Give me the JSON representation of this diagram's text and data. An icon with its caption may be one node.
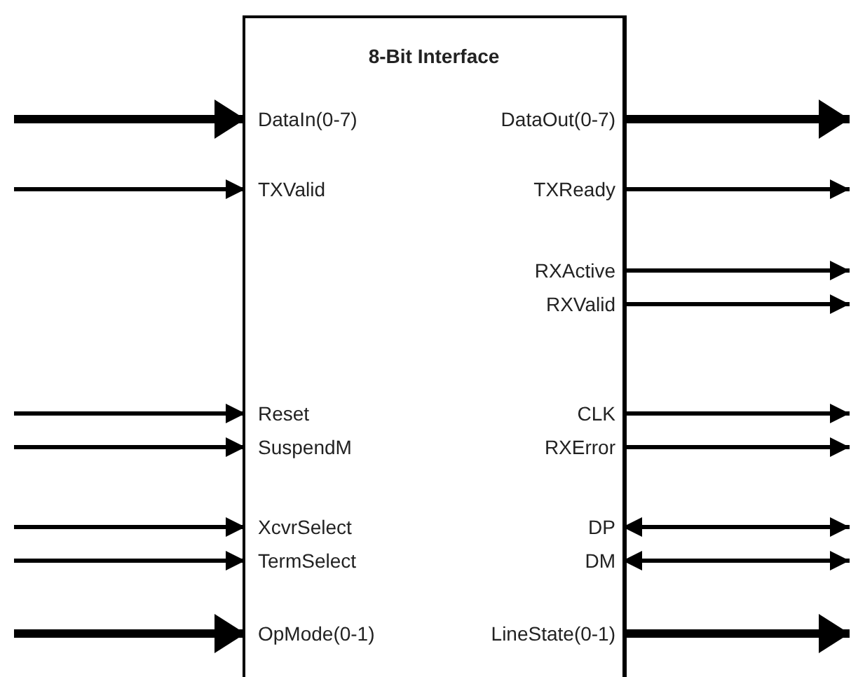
{
  "diagram": {
    "nodes": [
      {
        "text": [
          "8-Bit Interface"
        ]
      },
      {
        "text": [
          "DataIn(0-7)"
        ],
        "in": 0
      },
      {
        "text": [
          "DataOut(0-7)"
        ],
        "in": 0
      },
      {
        "text": [
          "TXValid"
        ],
        "in": 0
      },
      {
        "text": [
          "TXReady"
        ],
        "in": 0
      },
      {
        "text": [
          "RXActive"
        ],
        "in": 0
      },
      {
        "text": [
          "RXValid"
        ],
        "in": 0
      },
      {
        "text": [
          "Reset"
        ],
        "in": 0
      },
      {
        "text": [
          "CLK"
        ],
        "in": 0
      },
      {
        "text": [
          "SuspendM"
        ],
        "in": 0
      },
      {
        "text": [
          "RXError"
        ],
        "in": 0
      },
      {
        "text": [
          "XcvrSelect"
        ],
        "in": 0
      },
      {
        "text": [
          "DP"
        ],
        "in": 0
      },
      {
        "text": [
          "TermSelect"
        ],
        "in": 0
      },
      {
        "text": [
          "DM"
        ],
        "in": 0
      },
      {
        "text": [
          "OpMode(0-1)"
        ],
        "in": 0
      },
      {
        "text": [
          "LineState(0-1)"
        ],
        "in": 0
      }
    ],
    "edges": [
      {
        "from": null,
        "to": 1,
        "arrow": "to",
        "style": "thick"
      },
      {
        "from": 2,
        "to": null,
        "arrow": "to",
        "style": "thick"
      },
      {
        "from": null,
        "to": 3,
        "arrow": "to"
      },
      {
        "from": 4,
        "to": null,
        "arrow": "to"
      },
      {
        "from": 5,
        "to": null,
        "arrow": "to"
      },
      {
        "from": 6,
        "to": null,
        "arrow": "to"
      },
      {
        "from": null,
        "to": 7,
        "arrow": "to"
      },
      {
        "from": 8,
        "to": null,
        "arrow": "to"
      },
      {
        "from": null,
        "to": 9,
        "arrow": "to"
      },
      {
        "from": 10,
        "to": null,
        "arrow": "to"
      },
      {
        "from": null,
        "to": 11,
        "arrow": "to"
      },
      {
        "from": 12,
        "to": null,
        "arrow": "both"
      },
      {
        "from": null,
        "to": 13,
        "arrow": "to"
      },
      {
        "from": 14,
        "to": null,
        "arrow": "both"
      },
      {
        "from": null,
        "to": 15,
        "arrow": "to",
        "style": "thick"
      },
      {
        "from": 16,
        "to": null,
        "arrow": "to",
        "style": "thick"
      }
    ]
  }
}
